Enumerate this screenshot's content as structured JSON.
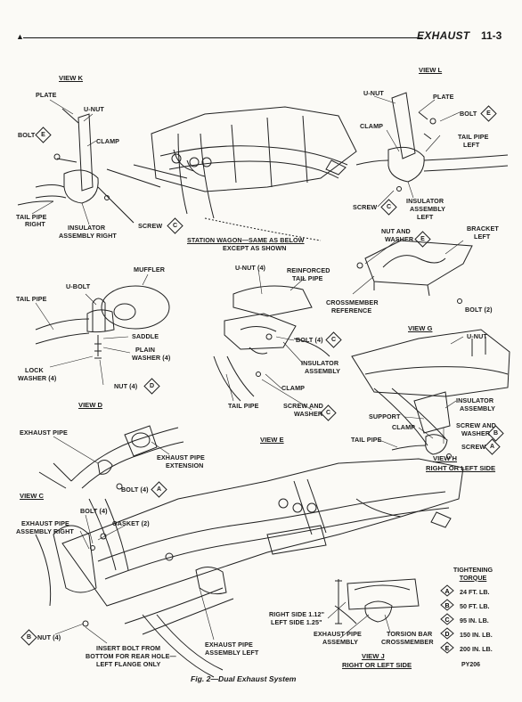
{
  "header": {
    "section": "EXHAUST",
    "page": "11-3"
  },
  "caption": "Fig. 2—Dual Exhaust System",
  "figure_id": "PY206",
  "views": {
    "k": "VIEW K",
    "l": "VIEW L",
    "d": "VIEW D",
    "c": "VIEW C",
    "e": "VIEW E",
    "g": "VIEW G",
    "h": "VIEW H",
    "h_sub": "RIGHT OR LEFT SIDE",
    "j": "VIEW J",
    "j_sub": "RIGHT OR LEFT SIDE"
  },
  "station_wagon": {
    "line1": "STATION WAGON—SAME AS BELOW",
    "line2": "EXCEPT AS SHOWN"
  },
  "labels": {
    "k_plate": "PLATE",
    "k_unut": "U-NUT",
    "k_bolt": "BOLT",
    "k_clamp": "CLAMP",
    "k_tail1": "TAIL PIPE",
    "k_tail2": "RIGHT",
    "k_ins1": "INSULATOR",
    "k_ins2": "ASSEMBLY RIGHT",
    "k_screw": "SCREW",
    "l_unut": "U-NUT",
    "l_plate": "PLATE",
    "l_bolt": "BOLT",
    "l_clamp": "CLAMP",
    "l_tail1": "TAIL PIPE",
    "l_tail2": "LEFT",
    "l_screw": "SCREW",
    "l_ins1": "INSULATOR",
    "l_ins2": "ASSEMBLY",
    "l_ins3": "LEFT",
    "nut_washer1": "NUT AND",
    "nut_washer2": "WASHER",
    "bracket1": "BRACKET",
    "bracket2": "LEFT",
    "cross1": "CROSSMEMBER",
    "cross2": "REFERENCE",
    "bolt2": "BOLT (2)",
    "muffler": "MUFFLER",
    "ubolt": "U-BOLT",
    "d_tail": "TAIL PIPE",
    "saddle": "SADDLE",
    "plain1": "PLAIN",
    "plain2": "WASHER (4)",
    "lock1": "LOCK",
    "lock2": "WASHER (4)",
    "nut4": "NUT (4)",
    "m_unut4": "U-NUT (4)",
    "reinf1": "REINFORCED",
    "reinf2": "TAIL PIPE",
    "m_bolt4": "BOLT (4)",
    "m_ins1": "INSULATOR",
    "m_ins2": "ASSEMBLY",
    "m_clamp": "CLAMP",
    "m_tail": "TAIL PIPE",
    "m_sw1": "SCREW AND",
    "m_sw2": "WASHER",
    "g_unut": "U-NUT",
    "g_ins1": "INSULATOR",
    "g_ins2": "ASSEMBLY",
    "support": "SUPPORT",
    "g_clamp": "CLAMP",
    "g_sw1": "SCREW AND",
    "g_sw2": "WASHER",
    "g_tail": "TAIL PIPE",
    "g_screw": "SCREW",
    "exh_pipe": "EXHAUST PIPE",
    "ext1": "EXHAUST PIPE",
    "ext2": "EXTENSION",
    "c_bolt4": "BOLT (4)",
    "c_bolt": "BOLT (4)",
    "gasket": "GASKET (2)",
    "epar1": "EXHAUST PIPE",
    "epar2": "ASSEMBLY RIGHT",
    "c_nut4": "NUT (4)",
    "insert1": "INSERT BOLT FROM",
    "insert2": "BOTTOM FOR REAR HOLE—",
    "insert3": "LEFT FLANGE ONLY",
    "epal1": "EXHAUST PIPE",
    "epal2": "ASSEMBLY LEFT",
    "rs": "RIGHT SIDE 1.12\"",
    "ls": "LEFT SIDE 1.25\"",
    "j_epa1": "EXHAUST PIPE",
    "j_epa2": "ASSEMBLY",
    "torsion1": "TORSION BAR",
    "torsion2": "CROSSMEMBER"
  },
  "torque": {
    "title1": "TIGHTENING",
    "title2": "TORQUE",
    "rows": [
      {
        "sym": "A",
        "value": "24 FT. LB."
      },
      {
        "sym": "B",
        "value": "50 FT. LB."
      },
      {
        "sym": "C",
        "value": "95 IN. LB."
      },
      {
        "sym": "D",
        "value": "150 IN. LB."
      },
      {
        "sym": "E",
        "value": "200 IN. LB."
      }
    ]
  }
}
